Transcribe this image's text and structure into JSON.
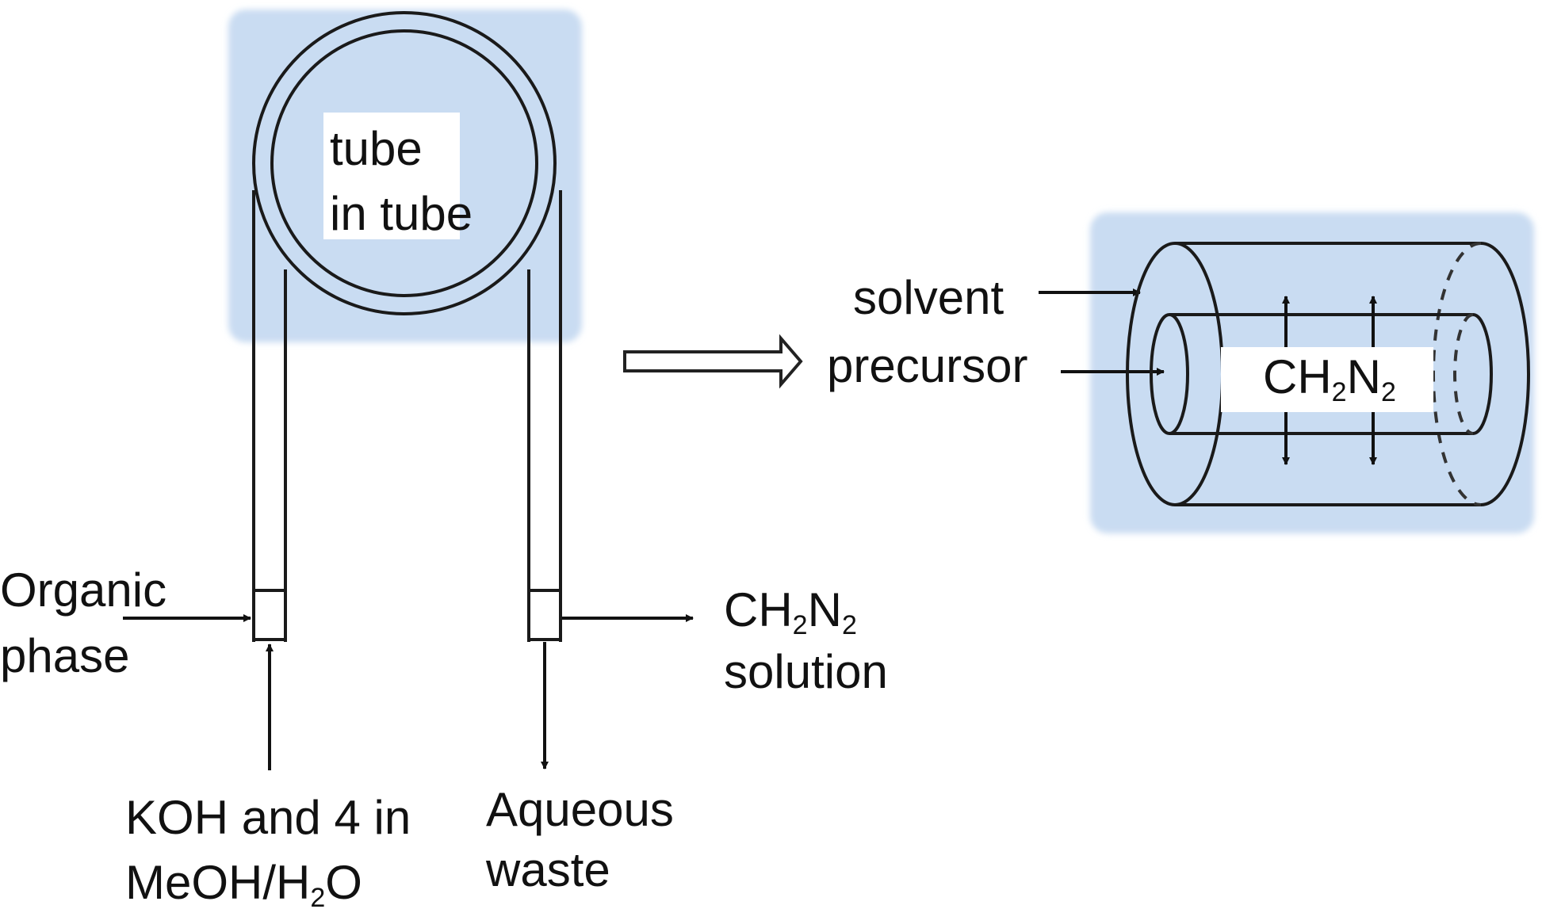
{
  "labels": {
    "coil": [
      "tube",
      "in tube"
    ],
    "organic": [
      "Organic",
      "phase"
    ],
    "koh": {
      "line1": "KOH and 4 in",
      "line2_pre": "MeOH/H",
      "line2_sub": "2",
      "line2_post": "O"
    },
    "aqueous": [
      "Aqueous",
      "waste"
    ],
    "product": {
      "pre": "CH",
      "sub1": "2",
      "mid": "N",
      "sub2": "2",
      "line2": "solution"
    },
    "inlets": [
      "solvent",
      "precursor"
    ],
    "inner": {
      "pre": "CH",
      "sub1": "2",
      "mid": "N",
      "sub2": "2"
    }
  },
  "colors": {
    "highlight": "#c9dcf2",
    "line": "#1a1a1a"
  }
}
